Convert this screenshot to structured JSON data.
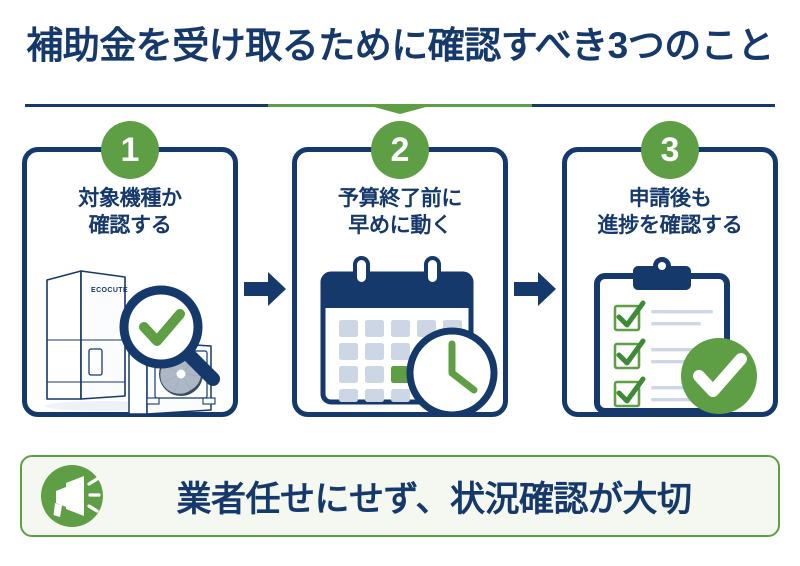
{
  "page": {
    "title": "補助金を受け取るために確認すべき3つのこと",
    "background_color": "#ffffff"
  },
  "colors": {
    "navy": "#16396b",
    "green": "#5e9e45",
    "light_blue_gray": "#ccd6e4",
    "banner_bg": "#f4f8f1",
    "white": "#ffffff"
  },
  "divider": {
    "navy_color": "#16396b",
    "green_color": "#5e9e45",
    "style": "navy-line-with-green-center-chevron"
  },
  "steps": [
    {
      "number": "1",
      "heading_line1": "対象機種か",
      "heading_line2": "確認する",
      "illustration": "ecocute-tank-heatpump-magnifier",
      "product_label": "ECOCUTE"
    },
    {
      "number": "2",
      "heading_line1": "予算終了前に",
      "heading_line2": "早めに動く",
      "illustration": "calendar-clock",
      "calendar": {
        "columns": 5,
        "rows": 4,
        "highlighted_cell_row": 3,
        "highlighted_cell_col": 3
      }
    },
    {
      "number": "3",
      "heading_line1": "申請後も",
      "heading_line2": "進捗を確認する",
      "illustration": "clipboard-checklist-checkmark",
      "checklist_items": 3
    }
  ],
  "arrows": [
    {
      "name": "arrow-step1-to-step2",
      "direction": "right"
    },
    {
      "name": "arrow-step2-to-step3",
      "direction": "right"
    }
  ],
  "banner": {
    "icon": "megaphone-icon",
    "text": "業者任せにせず、状況確認が大切"
  }
}
